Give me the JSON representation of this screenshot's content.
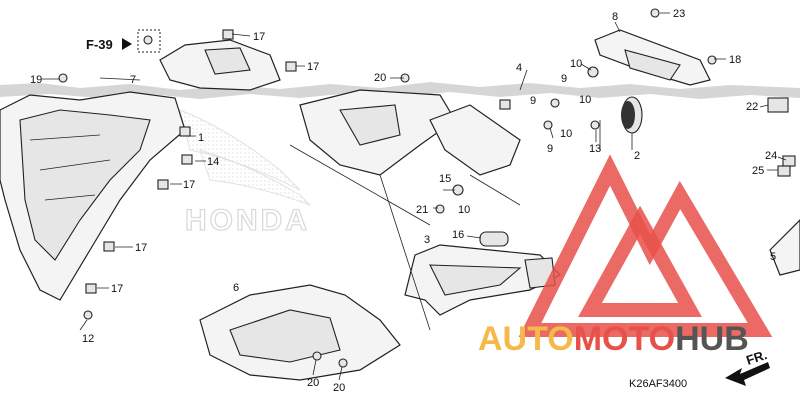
{
  "reference": {
    "prefix": "F-39"
  },
  "drawing_code": "K26AF3400",
  "direction_label": "FR.",
  "watermark": {
    "word_a": "AUTO",
    "word_b": "MOTO",
    "word_c": "HUB",
    "color_a": "#f5b94a",
    "color_b": "#e8504a",
    "color_c": "#555555"
  },
  "background_logo_text": "HONDA",
  "callouts": [
    "1",
    "2",
    "3",
    "4",
    "5",
    "6",
    "7",
    "8",
    "9",
    "10",
    "12",
    "13",
    "14",
    "15",
    "16",
    "17",
    "18",
    "19",
    "20",
    "21",
    "22",
    "23",
    "24",
    "25"
  ],
  "colors": {
    "line": "#222222",
    "fill": "#f4f4f4",
    "brand": "#e8504a"
  }
}
